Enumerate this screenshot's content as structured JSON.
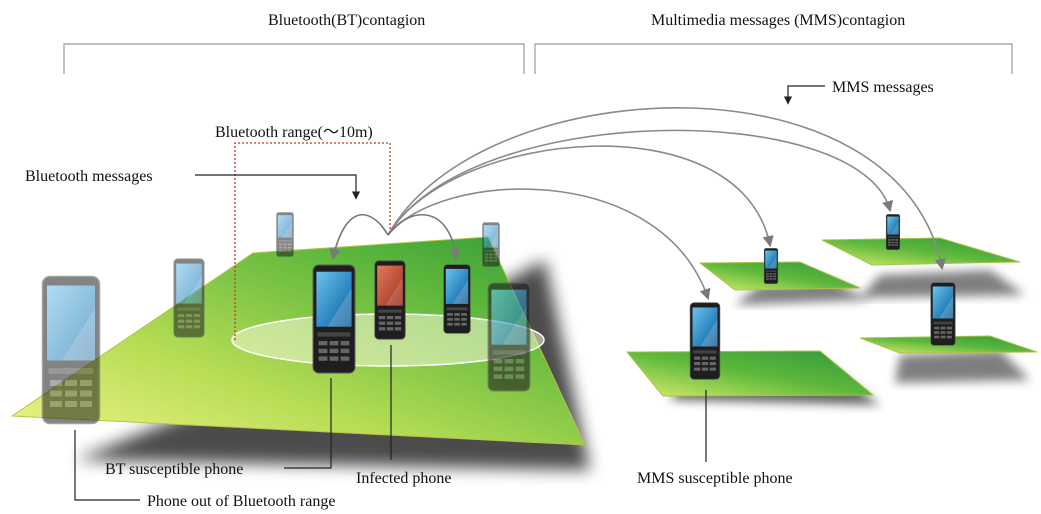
{
  "headers": {
    "bt_contagion": "Bluetooth(BT)contagion",
    "mms_contagion": "Multimedia messages (MMS)contagion"
  },
  "labels": {
    "bluetooth_range": "Bluetooth range(～10m)",
    "bluetooth_messages": "Bluetooth messages",
    "mms_messages": "MMS messages",
    "bt_susceptible_phone": "BT susceptible phone",
    "infected_phone": "Infected phone",
    "mms_susceptible_phone": "MMS susceptible phone",
    "phone_out_of_range": "Phone out of Bluetooth range"
  },
  "colors": {
    "platform_green": "#5fb93a",
    "platform_yellow": "#e8ef6a",
    "phone_body": "#1c1c1c",
    "phone_screen": "#3a8fc4",
    "infected_body": "#b33a2a",
    "range_box": "#c0392b",
    "arrow": "#808080"
  }
}
